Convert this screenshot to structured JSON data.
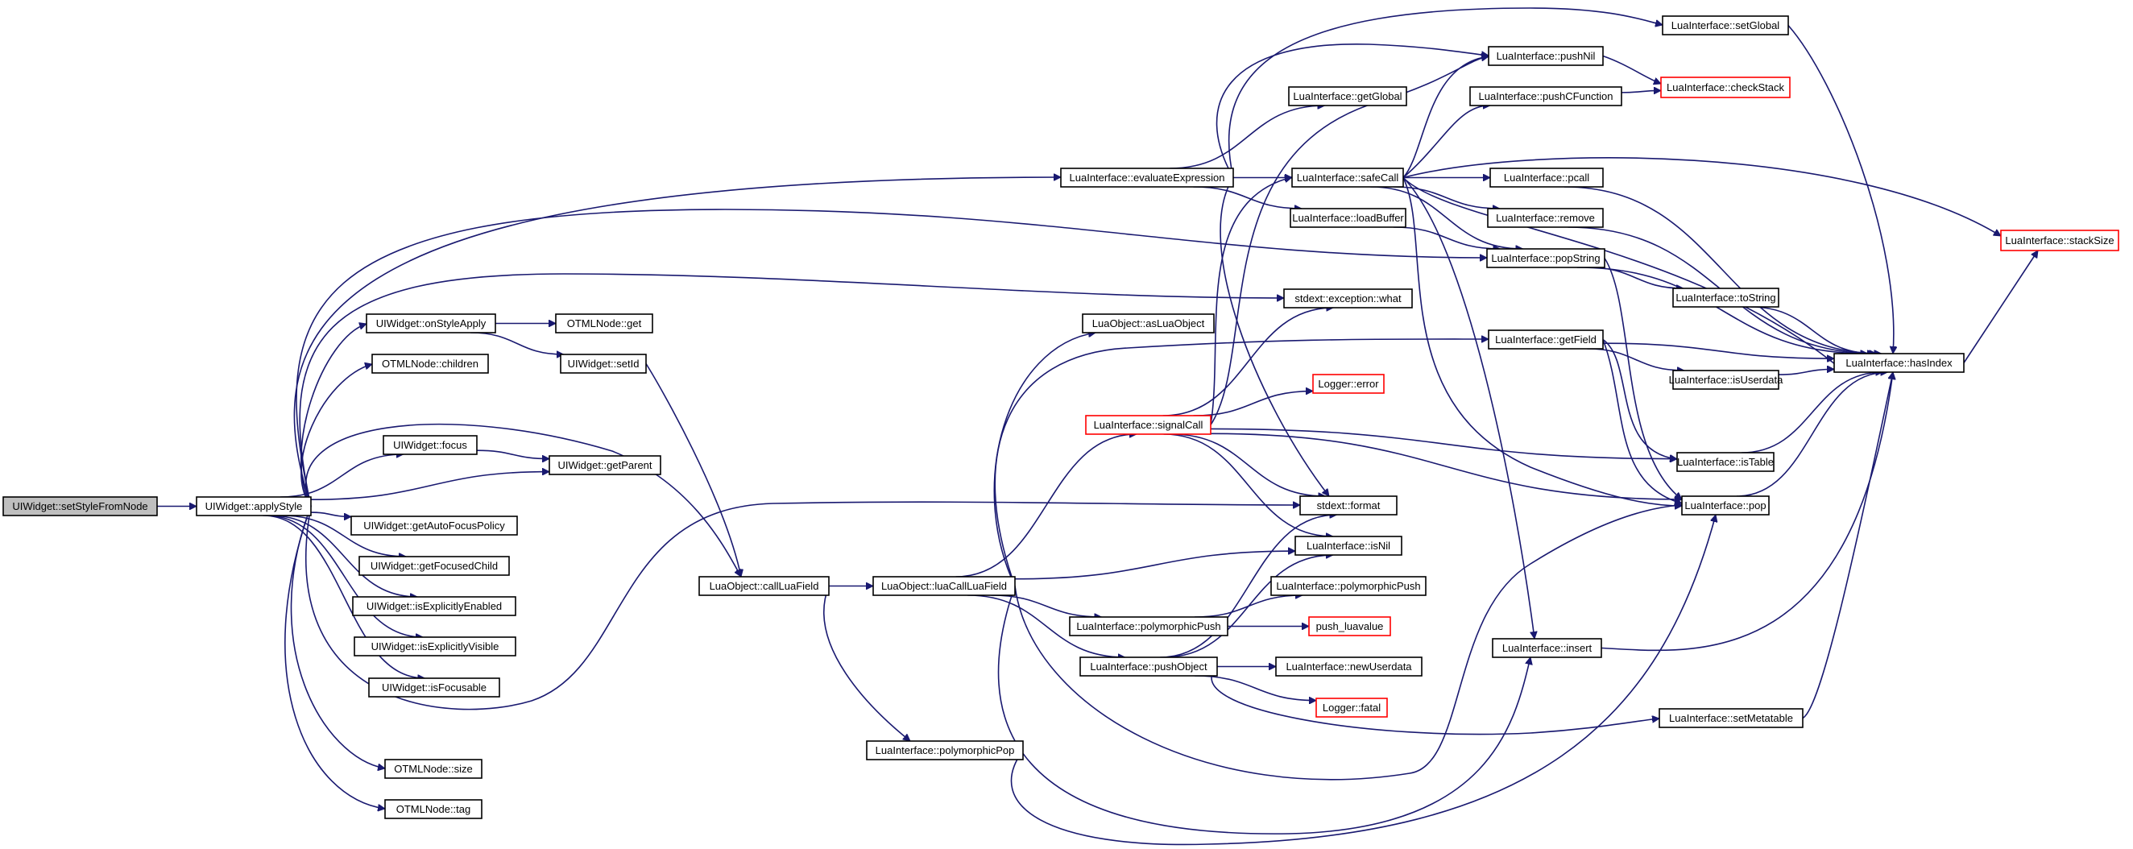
{
  "diagram": {
    "colors": {
      "edge": "#191970",
      "normal_border": "#000000",
      "truncated_border": "#ff0000",
      "root_fill": "#bfbfbf",
      "node_fill": "#ffffff"
    },
    "nodes": [
      {
        "id": "setStyleFromNode",
        "label": "UIWidget::setStyleFromNode",
        "kind": "root",
        "interactable": true
      },
      {
        "id": "applyStyle",
        "label": "UIWidget::applyStyle",
        "kind": "normal",
        "interactable": true
      },
      {
        "id": "onStyleApply",
        "label": "UIWidget::onStyleApply",
        "kind": "normal",
        "interactable": true
      },
      {
        "id": "otmlChildren",
        "label": "OTMLNode::children",
        "kind": "normal",
        "interactable": true
      },
      {
        "id": "focus",
        "label": "UIWidget::focus",
        "kind": "normal",
        "interactable": true
      },
      {
        "id": "getAutoFocusPolicy",
        "label": "UIWidget::getAutoFocusPolicy",
        "kind": "normal",
        "interactable": true
      },
      {
        "id": "getFocusedChild",
        "label": "UIWidget::getFocusedChild",
        "kind": "normal",
        "interactable": true
      },
      {
        "id": "isExplicitlyEnabled",
        "label": "UIWidget::isExplicitlyEnabled",
        "kind": "normal",
        "interactable": true
      },
      {
        "id": "isExplicitlyVisible",
        "label": "UIWidget::isExplicitlyVisible",
        "kind": "normal",
        "interactable": true
      },
      {
        "id": "isFocusable",
        "label": "UIWidget::isFocusable",
        "kind": "normal",
        "interactable": true
      },
      {
        "id": "otmlSize",
        "label": "OTMLNode::size",
        "kind": "normal",
        "interactable": true
      },
      {
        "id": "otmlTag",
        "label": "OTMLNode::tag",
        "kind": "normal",
        "interactable": true
      },
      {
        "id": "otmlGet",
        "label": "OTMLNode::get",
        "kind": "normal",
        "interactable": true
      },
      {
        "id": "setId",
        "label": "UIWidget::setId",
        "kind": "normal",
        "interactable": true
      },
      {
        "id": "getParent",
        "label": "UIWidget::getParent",
        "kind": "normal",
        "interactable": true
      },
      {
        "id": "callLuaField",
        "label": "LuaObject::callLuaField",
        "kind": "normal",
        "interactable": true
      },
      {
        "id": "luaCallLuaField",
        "label": "LuaObject::luaCallLuaField",
        "kind": "normal",
        "interactable": true
      },
      {
        "id": "polymorphicPop",
        "label": "LuaInterface::polymorphicPop",
        "kind": "normal",
        "interactable": true
      },
      {
        "id": "asLuaObject",
        "label": "LuaObject::asLuaObject",
        "kind": "normal",
        "interactable": true
      },
      {
        "id": "signalCall",
        "label": "LuaInterface::signalCall",
        "kind": "truncated",
        "interactable": true
      },
      {
        "id": "polymorphicPushA",
        "label": "LuaInterface::polymorphicPush",
        "kind": "normal",
        "interactable": true
      },
      {
        "id": "pushObject",
        "label": "LuaInterface::pushObject",
        "kind": "normal",
        "interactable": true
      },
      {
        "id": "evaluateExpression",
        "label": "LuaInterface::evaluateExpression",
        "kind": "normal",
        "interactable": true
      },
      {
        "id": "getGlobal",
        "label": "LuaInterface::getGlobal",
        "kind": "normal",
        "interactable": true
      },
      {
        "id": "safeCall",
        "label": "LuaInterface::safeCall",
        "kind": "normal",
        "interactable": true
      },
      {
        "id": "loadBuffer",
        "label": "LuaInterface::loadBuffer",
        "kind": "normal",
        "interactable": true
      },
      {
        "id": "exceptionWhat",
        "label": "stdext::exception::what",
        "kind": "normal",
        "interactable": true
      },
      {
        "id": "loggerError",
        "label": "Logger::error",
        "kind": "truncated",
        "interactable": true
      },
      {
        "id": "stdextFormat",
        "label": "stdext::format",
        "kind": "normal",
        "interactable": true
      },
      {
        "id": "isNil",
        "label": "LuaInterface::isNil",
        "kind": "normal",
        "interactable": true
      },
      {
        "id": "polymorphicPushB",
        "label": "LuaInterface::polymorphicPush",
        "kind": "normal",
        "interactable": true
      },
      {
        "id": "pushLuavalue",
        "label": "push_luavalue",
        "kind": "truncated",
        "interactable": true
      },
      {
        "id": "newUserdata",
        "label": "LuaInterface::newUserdata",
        "kind": "normal",
        "interactable": true
      },
      {
        "id": "loggerFatal",
        "label": "Logger::fatal",
        "kind": "truncated",
        "interactable": true
      },
      {
        "id": "setGlobal",
        "label": "LuaInterface::setGlobal",
        "kind": "normal",
        "interactable": true
      },
      {
        "id": "pushNil",
        "label": "LuaInterface::pushNil",
        "kind": "normal",
        "interactable": true
      },
      {
        "id": "pushCFunction",
        "label": "LuaInterface::pushCFunction",
        "kind": "normal",
        "interactable": true
      },
      {
        "id": "pcall",
        "label": "LuaInterface::pcall",
        "kind": "normal",
        "interactable": true
      },
      {
        "id": "remove",
        "label": "LuaInterface::remove",
        "kind": "normal",
        "interactable": true
      },
      {
        "id": "popString",
        "label": "LuaInterface::popString",
        "kind": "normal",
        "interactable": true
      },
      {
        "id": "getField",
        "label": "LuaInterface::getField",
        "kind": "normal",
        "interactable": true
      },
      {
        "id": "insert",
        "label": "LuaInterface::insert",
        "kind": "normal",
        "interactable": true
      },
      {
        "id": "checkStack",
        "label": "LuaInterface::checkStack",
        "kind": "truncated",
        "interactable": true
      },
      {
        "id": "toString",
        "label": "LuaInterface::toString",
        "kind": "normal",
        "interactable": true
      },
      {
        "id": "isUserdata",
        "label": "LuaInterface::isUserdata",
        "kind": "normal",
        "interactable": true
      },
      {
        "id": "isTable",
        "label": "LuaInterface::isTable",
        "kind": "normal",
        "interactable": true
      },
      {
        "id": "pop",
        "label": "LuaInterface::pop",
        "kind": "normal",
        "interactable": true
      },
      {
        "id": "setMetatable",
        "label": "LuaInterface::setMetatable",
        "kind": "normal",
        "interactable": true
      },
      {
        "id": "hasIndex",
        "label": "LuaInterface::hasIndex",
        "kind": "normal",
        "interactable": true
      },
      {
        "id": "stackSize",
        "label": "LuaInterface::stackSize",
        "kind": "truncated",
        "interactable": true
      }
    ],
    "edges": [
      [
        "setStyleFromNode",
        "applyStyle"
      ],
      [
        "applyStyle",
        "onStyleApply"
      ],
      [
        "applyStyle",
        "otmlChildren"
      ],
      [
        "applyStyle",
        "focus"
      ],
      [
        "applyStyle",
        "getParent"
      ],
      [
        "applyStyle",
        "getAutoFocusPolicy"
      ],
      [
        "applyStyle",
        "getFocusedChild"
      ],
      [
        "applyStyle",
        "isExplicitlyEnabled"
      ],
      [
        "applyStyle",
        "isExplicitlyVisible"
      ],
      [
        "applyStyle",
        "isFocusable"
      ],
      [
        "applyStyle",
        "otmlSize"
      ],
      [
        "applyStyle",
        "otmlTag"
      ],
      [
        "applyStyle",
        "callLuaField"
      ],
      [
        "applyStyle",
        "evaluateExpression"
      ],
      [
        "applyStyle",
        "popString"
      ],
      [
        "applyStyle",
        "exceptionWhat"
      ],
      [
        "applyStyle",
        "stdextFormat"
      ],
      [
        "onStyleApply",
        "otmlGet"
      ],
      [
        "onStyleApply",
        "setId"
      ],
      [
        "setId",
        "callLuaField"
      ],
      [
        "focus",
        "getParent"
      ],
      [
        "callLuaField",
        "luaCallLuaField"
      ],
      [
        "callLuaField",
        "polymorphicPop"
      ],
      [
        "luaCallLuaField",
        "asLuaObject"
      ],
      [
        "luaCallLuaField",
        "signalCall"
      ],
      [
        "luaCallLuaField",
        "getField"
      ],
      [
        "luaCallLuaField",
        "isNil"
      ],
      [
        "luaCallLuaField",
        "polymorphicPushA"
      ],
      [
        "luaCallLuaField",
        "pushObject"
      ],
      [
        "luaCallLuaField",
        "pop"
      ],
      [
        "luaCallLuaField",
        "insert"
      ],
      [
        "polymorphicPop",
        "pop"
      ],
      [
        "signalCall",
        "safeCall"
      ],
      [
        "signalCall",
        "pushNil"
      ],
      [
        "signalCall",
        "exceptionWhat"
      ],
      [
        "signalCall",
        "loggerError"
      ],
      [
        "signalCall",
        "stdextFormat"
      ],
      [
        "signalCall",
        "isNil"
      ],
      [
        "signalCall",
        "isTable"
      ],
      [
        "signalCall",
        "pop"
      ],
      [
        "polymorphicPushA",
        "polymorphicPushB"
      ],
      [
        "polymorphicPushA",
        "pushLuavalue"
      ],
      [
        "pushObject",
        "newUserdata"
      ],
      [
        "pushObject",
        "loggerFatal"
      ],
      [
        "pushObject",
        "setMetatable"
      ],
      [
        "pushObject",
        "isNil"
      ],
      [
        "pushObject",
        "stdextFormat"
      ],
      [
        "evaluateExpression",
        "setGlobal"
      ],
      [
        "evaluateExpression",
        "pushNil"
      ],
      [
        "evaluateExpression",
        "getGlobal"
      ],
      [
        "evaluateExpression",
        "safeCall"
      ],
      [
        "evaluateExpression",
        "loadBuffer"
      ],
      [
        "evaluateExpression",
        "stdextFormat"
      ],
      [
        "safeCall",
        "pushNil"
      ],
      [
        "safeCall",
        "pushCFunction"
      ],
      [
        "safeCall",
        "pcall"
      ],
      [
        "safeCall",
        "remove"
      ],
      [
        "safeCall",
        "popString"
      ],
      [
        "safeCall",
        "stackSize"
      ],
      [
        "safeCall",
        "hasIndex"
      ],
      [
        "safeCall",
        "insert"
      ],
      [
        "safeCall",
        "pop"
      ],
      [
        "loadBuffer",
        "popString"
      ],
      [
        "setGlobal",
        "hasIndex"
      ],
      [
        "pushNil",
        "checkStack"
      ],
      [
        "pushCFunction",
        "checkStack"
      ],
      [
        "pcall",
        "hasIndex"
      ],
      [
        "remove",
        "hasIndex"
      ],
      [
        "popString",
        "toString"
      ],
      [
        "popString",
        "hasIndex"
      ],
      [
        "popString",
        "pop"
      ],
      [
        "getField",
        "isUserdata"
      ],
      [
        "getField",
        "isTable"
      ],
      [
        "getField",
        "hasIndex"
      ],
      [
        "getField",
        "pop"
      ],
      [
        "toString",
        "hasIndex"
      ],
      [
        "isUserdata",
        "hasIndex"
      ],
      [
        "isTable",
        "hasIndex"
      ],
      [
        "pop",
        "hasIndex"
      ],
      [
        "insert",
        "hasIndex"
      ],
      [
        "setMetatable",
        "hasIndex"
      ],
      [
        "hasIndex",
        "stackSize"
      ]
    ]
  }
}
